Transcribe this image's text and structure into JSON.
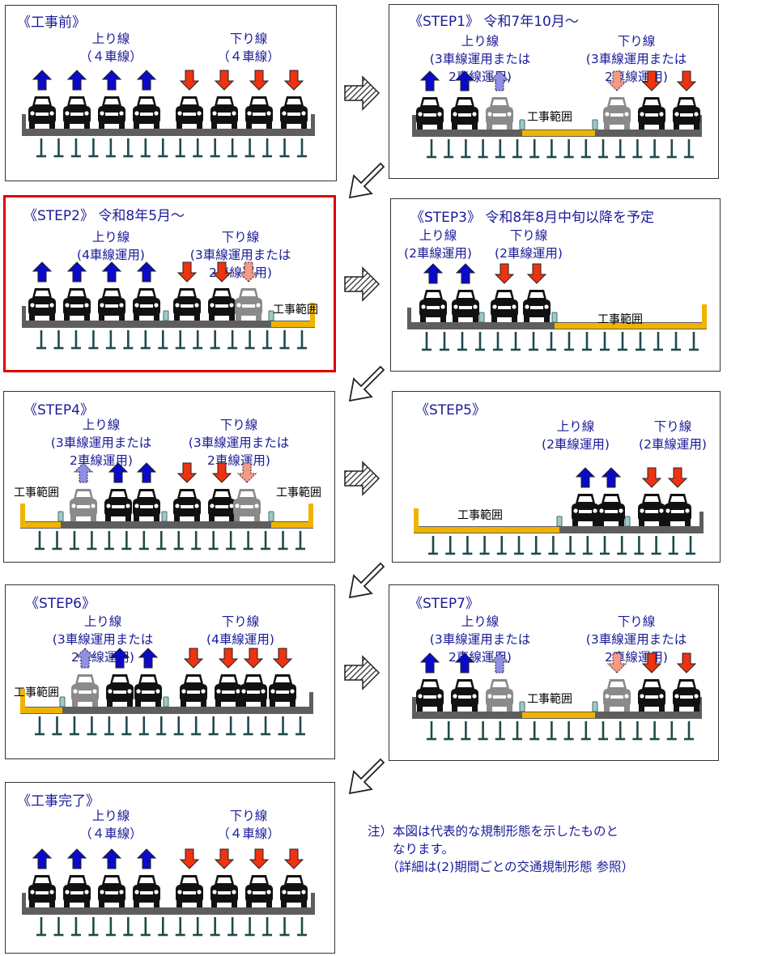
{
  "colors": {
    "up": "#0a0ac8",
    "down": "#ee3311",
    "up_faded": "#8f8fe6",
    "down_faded": "#f49a88",
    "car": "#111111",
    "car_faded": "#8a8a8a",
    "deck": "#5e5e5e",
    "work": "#f0b400",
    "pier": "#1f4a4a",
    "text": "#1a1a9a",
    "highlight": "#e00000"
  },
  "work_zone_label": "工事範囲",
  "note": {
    "line1": "注）本図は代表的な規制形態を示したものと",
    "line2": "　　なります。",
    "line3": "　　（詳細は(2)期間ごとの交通規制形態 参照）"
  },
  "panels": [
    {
      "id": "before",
      "highlight": false,
      "title": "《工事前》",
      "up_label": [
        "上り線",
        "（４車線）"
      ],
      "down_label": [
        "下り線",
        "（４車線）"
      ],
      "cars": [
        {
          "dir": "up",
          "active": true
        },
        {
          "dir": "up",
          "active": true
        },
        {
          "dir": "up",
          "active": true
        },
        {
          "dir": "up",
          "active": true
        },
        {
          "dir": "down",
          "active": true
        },
        {
          "dir": "down",
          "active": true
        },
        {
          "dir": "down",
          "active": true
        },
        {
          "dir": "down",
          "active": true
        }
      ],
      "work_zone": "none"
    },
    {
      "id": "step1",
      "highlight": false,
      "title": "《STEP1》 令和7年10月～",
      "up_label": [
        "上り線",
        "(3車線運用または",
        "2車線運用)"
      ],
      "down_label": [
        "下り線",
        "(3車線運用または",
        "2車線運用)"
      ],
      "cars": [
        {
          "dir": "up",
          "active": true
        },
        {
          "dir": "up",
          "active": true
        },
        {
          "dir": "up",
          "active": false
        },
        {
          "dir": "down",
          "active": false
        },
        {
          "dir": "down",
          "active": true
        },
        {
          "dir": "down",
          "active": true
        }
      ],
      "work_zone": "center"
    },
    {
      "id": "step2",
      "highlight": true,
      "title": "《STEP2》 令和8年5月～",
      "up_label": [
        "上り線",
        "(4車線運用)"
      ],
      "down_label": [
        "下り線",
        "(3車線運用または",
        "2車線運用)"
      ],
      "cars": [
        {
          "dir": "up",
          "active": true
        },
        {
          "dir": "up",
          "active": true
        },
        {
          "dir": "up",
          "active": true
        },
        {
          "dir": "up",
          "active": true
        },
        {
          "dir": "down",
          "active": true
        },
        {
          "dir": "down",
          "active": true
        },
        {
          "dir": "down",
          "active": false
        }
      ],
      "work_zone": "right"
    },
    {
      "id": "step3",
      "highlight": false,
      "title": "《STEP3》 令和8年8月中旬以降を予定",
      "up_label": [
        "上り線",
        "(2車線運用)"
      ],
      "down_label": [
        "下り線",
        "(2車線運用)"
      ],
      "cars": [
        {
          "dir": "up",
          "active": true
        },
        {
          "dir": "up",
          "active": true
        },
        {
          "dir": "down",
          "active": true
        },
        {
          "dir": "down",
          "active": true
        }
      ],
      "work_zone": "right-wide"
    },
    {
      "id": "step4",
      "highlight": false,
      "title": "《STEP4》",
      "up_label": [
        "上り線",
        "(3車線運用または",
        "2車線運用)"
      ],
      "down_label": [
        "下り線",
        "(3車線運用または",
        "2車線運用)"
      ],
      "cars": [
        {
          "dir": "up",
          "active": false
        },
        {
          "dir": "up",
          "active": true
        },
        {
          "dir": "up",
          "active": true
        },
        {
          "dir": "down",
          "active": true
        },
        {
          "dir": "down",
          "active": true
        },
        {
          "dir": "down",
          "active": false
        }
      ],
      "work_zone": "both-sides"
    },
    {
      "id": "step5",
      "highlight": false,
      "title": "《STEP5》",
      "up_label": [
        "上り線",
        "(2車線運用)"
      ],
      "down_label": [
        "下り線",
        "(2車線運用)"
      ],
      "cars": [
        {
          "dir": "up",
          "active": true
        },
        {
          "dir": "up",
          "active": true
        },
        {
          "dir": "down",
          "active": true
        },
        {
          "dir": "down",
          "active": true
        }
      ],
      "work_zone": "left-wide"
    },
    {
      "id": "step6",
      "highlight": false,
      "title": "《STEP6》",
      "up_label": [
        "上り線",
        "(3車線運用または",
        "2車線運用)"
      ],
      "down_label": [
        "下り線",
        "(4車線運用)"
      ],
      "cars": [
        {
          "dir": "up",
          "active": false
        },
        {
          "dir": "up",
          "active": true
        },
        {
          "dir": "up",
          "active": true
        },
        {
          "dir": "down",
          "active": true
        },
        {
          "dir": "down",
          "active": true
        },
        {
          "dir": "down",
          "active": true
        },
        {
          "dir": "down",
          "active": true
        }
      ],
      "work_zone": "left"
    },
    {
      "id": "step7",
      "highlight": false,
      "title": "《STEP7》",
      "up_label": [
        "上り線",
        "(3車線運用または",
        "2車線運用)"
      ],
      "down_label": [
        "下り線",
        "(3車線運用または",
        "2車線運用)"
      ],
      "cars": [
        {
          "dir": "up",
          "active": true
        },
        {
          "dir": "up",
          "active": true
        },
        {
          "dir": "up",
          "active": false
        },
        {
          "dir": "down",
          "active": false
        },
        {
          "dir": "down",
          "active": true
        },
        {
          "dir": "down",
          "active": true
        }
      ],
      "work_zone": "center"
    },
    {
      "id": "after",
      "highlight": false,
      "title": "《工事完了》",
      "up_label": [
        "上り線",
        "（４車線）"
      ],
      "down_label": [
        "下り線",
        "（４車線）"
      ],
      "cars": [
        {
          "dir": "up",
          "active": true
        },
        {
          "dir": "up",
          "active": true
        },
        {
          "dir": "up",
          "active": true
        },
        {
          "dir": "up",
          "active": true
        },
        {
          "dir": "down",
          "active": true
        },
        {
          "dir": "down",
          "active": true
        },
        {
          "dir": "down",
          "active": true
        },
        {
          "dir": "down",
          "active": true
        }
      ],
      "work_zone": "none"
    }
  ]
}
